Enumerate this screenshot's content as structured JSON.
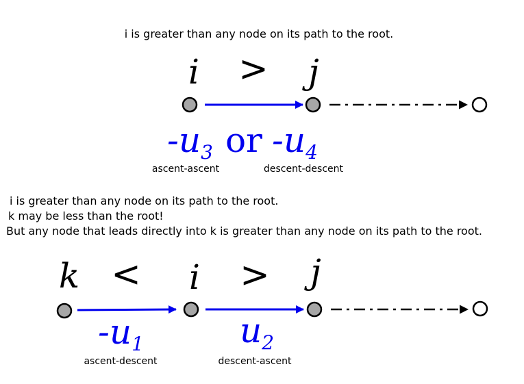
{
  "colors": {
    "arrow_blue": "#0000ee",
    "node_fill": "#a6a6a6",
    "root_fill": "#ffffff",
    "stroke": "#000000"
  },
  "top": {
    "caption": "i is greater than any node on its path to the root.",
    "var_i": "i",
    "var_j": "j",
    "relation": ">",
    "label_minus": "-",
    "label_u": "u",
    "label_sub_3": "3",
    "label_or": "or",
    "label_sub_4": "4",
    "case_left": "ascent-ascent",
    "case_right": "descent-descent"
  },
  "bottom": {
    "caption_lines": [
      "i is greater than any node on its path to the root.",
      "k may be less than the root!",
      "But any node that leads directly into k is greater than any node on its path to the root."
    ],
    "var_k": "k",
    "var_i": "i",
    "var_j": "j",
    "relation_left": "<",
    "relation_right": ">",
    "label1_minus": "-",
    "label1_u": "u",
    "label1_sub": "1",
    "label2_u": "u",
    "label2_sub": "2",
    "case_left": "ascent-descent",
    "case_right": "descent-ascent"
  }
}
